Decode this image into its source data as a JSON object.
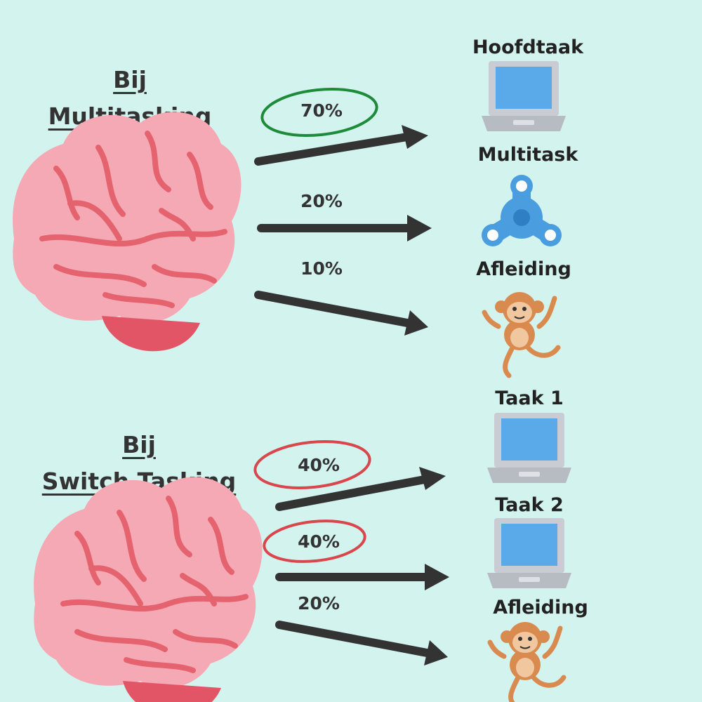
{
  "colors": {
    "background": "#d3f3ef",
    "text": "#333333",
    "arrow": "#333333",
    "green_circle": "#1e8b3a",
    "red_circle": "#d9464c",
    "brain": "#f4a9b4",
    "brain_lines": "#e4636f",
    "laptop_screen": "#5aa9e8",
    "laptop_body": "#c9ccd2",
    "spinner": "#4a9ee0",
    "monkey": "#d98a4f"
  },
  "multitasking": {
    "heading_line1": "Bij",
    "heading_line2": "Multitasking",
    "flows": [
      {
        "percent": "70%",
        "target": "Hoofdtaak",
        "icon": "laptop-icon",
        "highlight": "green"
      },
      {
        "percent": "20%",
        "target": "Multitask",
        "icon": "fidget-spinner-icon",
        "highlight": "none"
      },
      {
        "percent": "10%",
        "target": "Afleiding",
        "icon": "monkey-icon",
        "highlight": "none"
      }
    ]
  },
  "switch_tasking": {
    "heading_line1": "Bij",
    "heading_line2": "Switch Tasking",
    "flows": [
      {
        "percent": "40%",
        "target": "Taak 1",
        "icon": "laptop-icon",
        "highlight": "red"
      },
      {
        "percent": "40%",
        "target": "Taak 2",
        "icon": "laptop-icon",
        "highlight": "red"
      },
      {
        "percent": "20%",
        "target": "Afleiding",
        "icon": "monkey-icon",
        "highlight": "none"
      }
    ]
  }
}
